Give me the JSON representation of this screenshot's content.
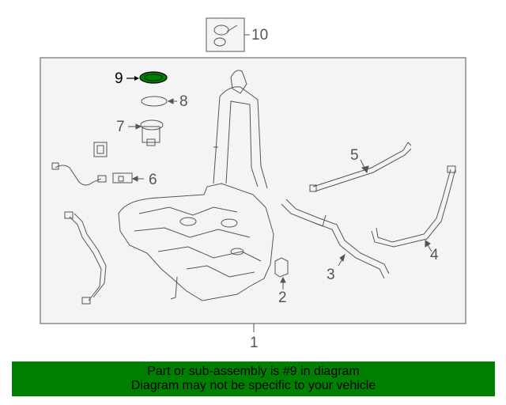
{
  "diagram": {
    "callouts": [
      "1",
      "2",
      "3",
      "4",
      "5",
      "6",
      "7",
      "8",
      "9",
      "10"
    ],
    "highlighted_part": "9",
    "highlight_color": "#008000",
    "line_color": "#555555",
    "box_fill": "#f4f4f4"
  },
  "banner": {
    "line1": "Part or sub-assembly is #9 in diagram",
    "line2": "Diagram may not be specific to your vehicle",
    "background": "#008000"
  }
}
